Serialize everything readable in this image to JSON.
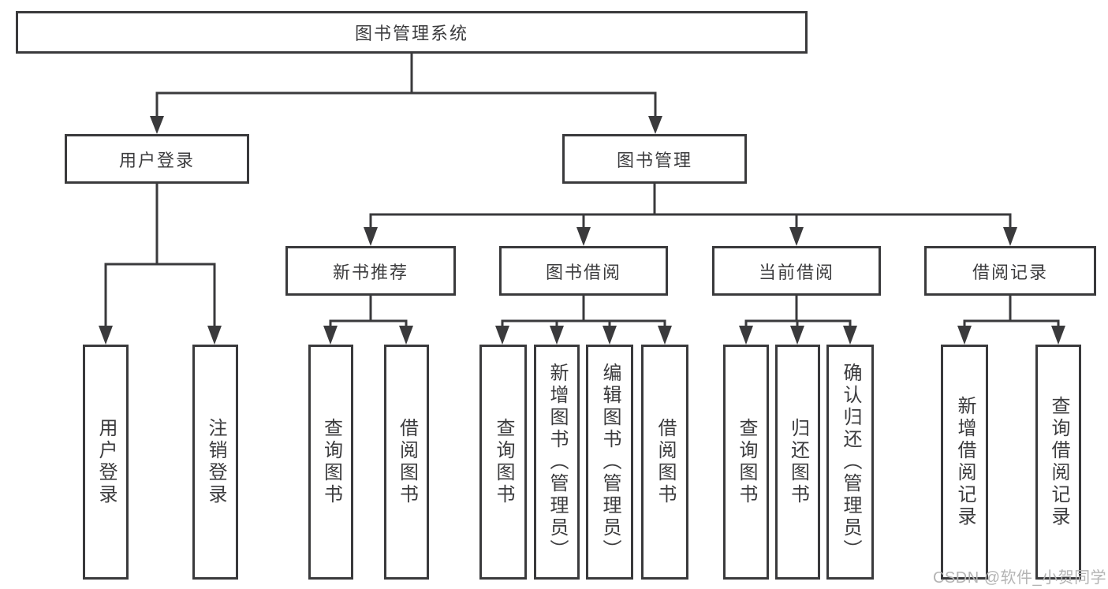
{
  "diagram": {
    "root": {
      "label": "图书管理系统"
    },
    "branches": [
      {
        "label": "用户登录",
        "children": [
          {
            "label": "用户登录"
          },
          {
            "label": "注销登录"
          }
        ]
      },
      {
        "label": "图书管理",
        "children": [
          {
            "label": "新书推荐",
            "children": [
              {
                "label": "查询图书"
              },
              {
                "label": "借阅图书"
              }
            ]
          },
          {
            "label": "图书借阅",
            "children": [
              {
                "label": "查询图书"
              },
              {
                "label": "新增图书（管理员）"
              },
              {
                "label": "编辑图书（管理员）"
              },
              {
                "label": "借阅图书"
              }
            ]
          },
          {
            "label": "当前借阅",
            "children": [
              {
                "label": "查询图书"
              },
              {
                "label": "归还图书"
              },
              {
                "label": "确认归还（管理员）"
              }
            ]
          },
          {
            "label": "借阅记录",
            "children": [
              {
                "label": "新增借阅记录"
              },
              {
                "label": "查询借阅记录"
              }
            ]
          }
        ]
      }
    ]
  },
  "watermark": {
    "text": "CSDN @软件_小贺同学"
  },
  "colors": {
    "line": "#3a3a3c",
    "text": "#3c3c3e",
    "watermark": "#b4b4b4",
    "background": "#ffffff"
  }
}
